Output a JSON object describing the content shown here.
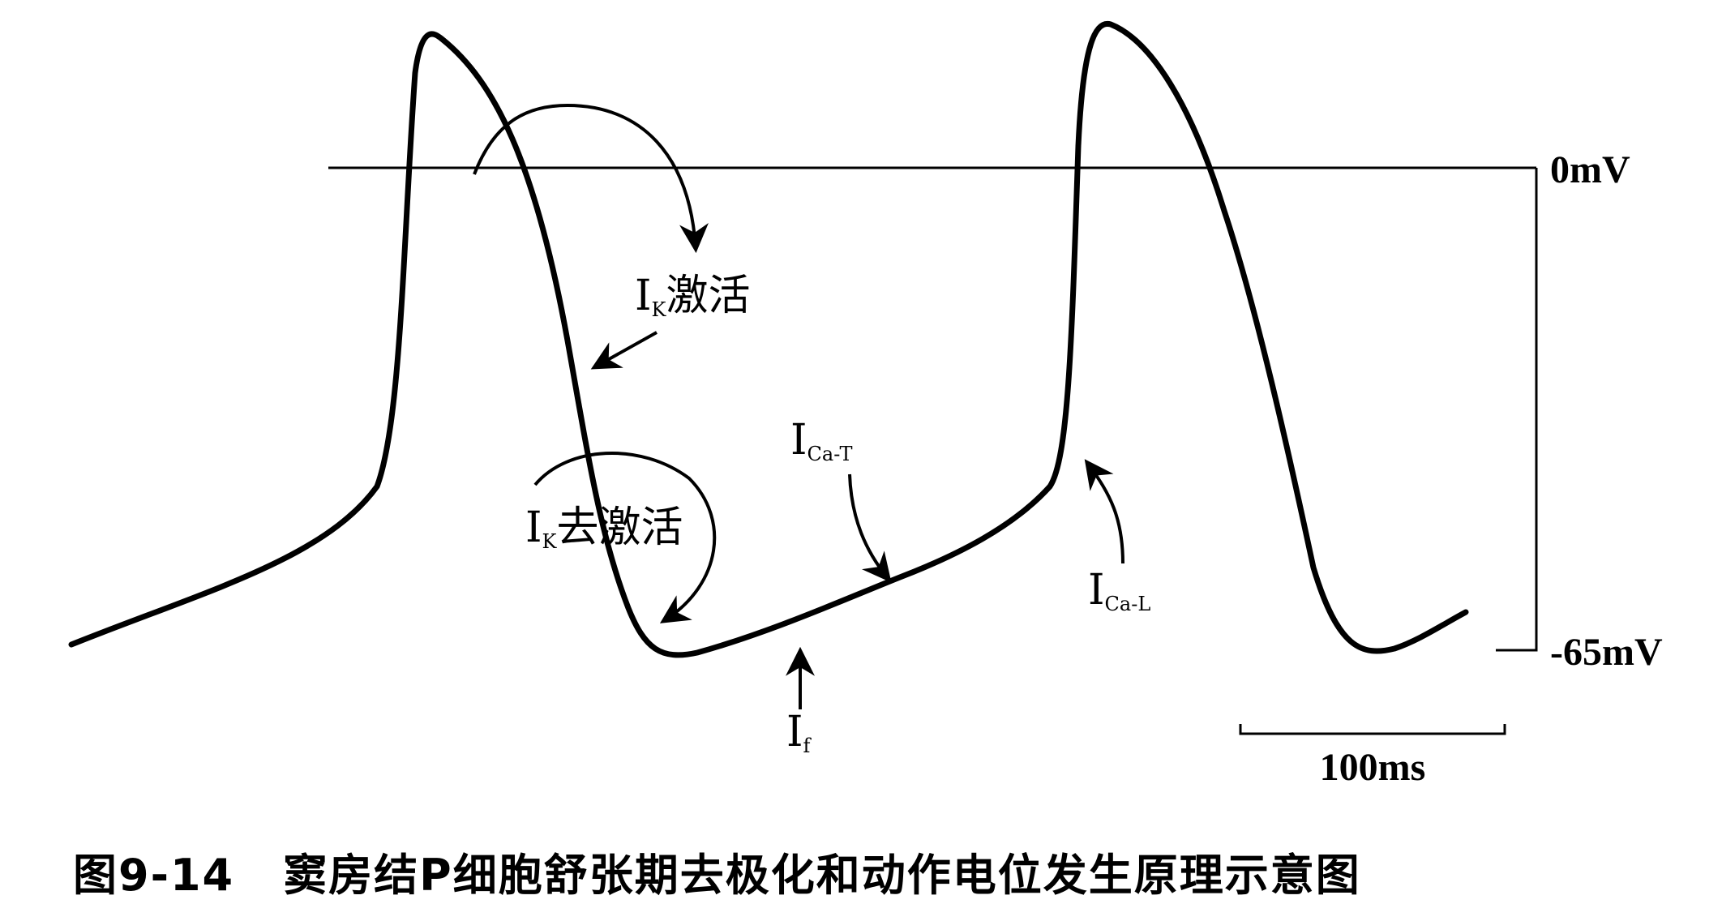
{
  "axis": {
    "zero_label": "0mV",
    "min_label": "-65mV"
  },
  "scale_bar": {
    "label": "100ms"
  },
  "annotations": {
    "ik_activation": {
      "base": "I",
      "sub": "K",
      "suffix": "激活"
    },
    "ik_deactivation": {
      "base": "I",
      "sub": "K",
      "suffix": "去激活"
    },
    "ica_t": {
      "base": "I",
      "sub": "Ca-T"
    },
    "ica_l": {
      "base": "I",
      "sub": "Ca-L"
    },
    "if": {
      "base": "I",
      "sub": "f"
    }
  },
  "caption": {
    "number": "图9-14",
    "title": "窦房结P细胞舒张期去极化和动作电位发生原理示意图"
  }
}
